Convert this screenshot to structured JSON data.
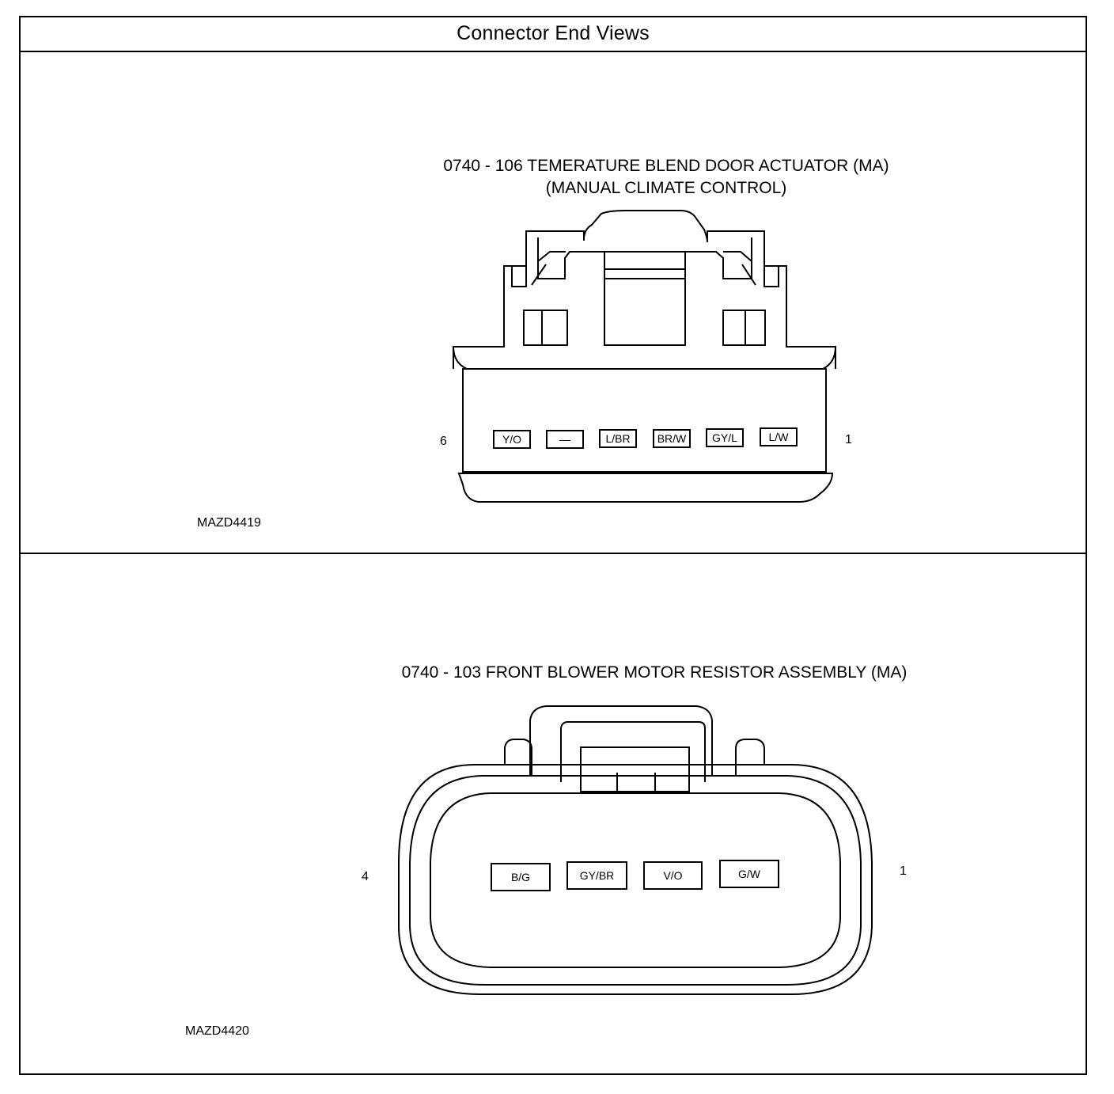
{
  "header": {
    "title": "Connector End Views"
  },
  "connectors": [
    {
      "title_line1": "0740 - 106 TEMERATURE BLEND DOOR ACTUATOR (MA)",
      "title_line2": "(MANUAL CLIMATE CONTROL)",
      "pin_left": "6",
      "pin_right": "1",
      "pins": [
        "Y/O",
        "—",
        "L/BR",
        "BR/W",
        "GY/L",
        "L/W"
      ],
      "code": "MAZD4419"
    },
    {
      "title_line1": "0740 - 103 FRONT BLOWER MOTOR RESISTOR ASSEMBLY (MA)",
      "pin_left": "4",
      "pin_right": "1",
      "pins": [
        "B/G",
        "GY/BR",
        "V/O",
        "G/W"
      ],
      "code": "MAZD4420"
    }
  ]
}
